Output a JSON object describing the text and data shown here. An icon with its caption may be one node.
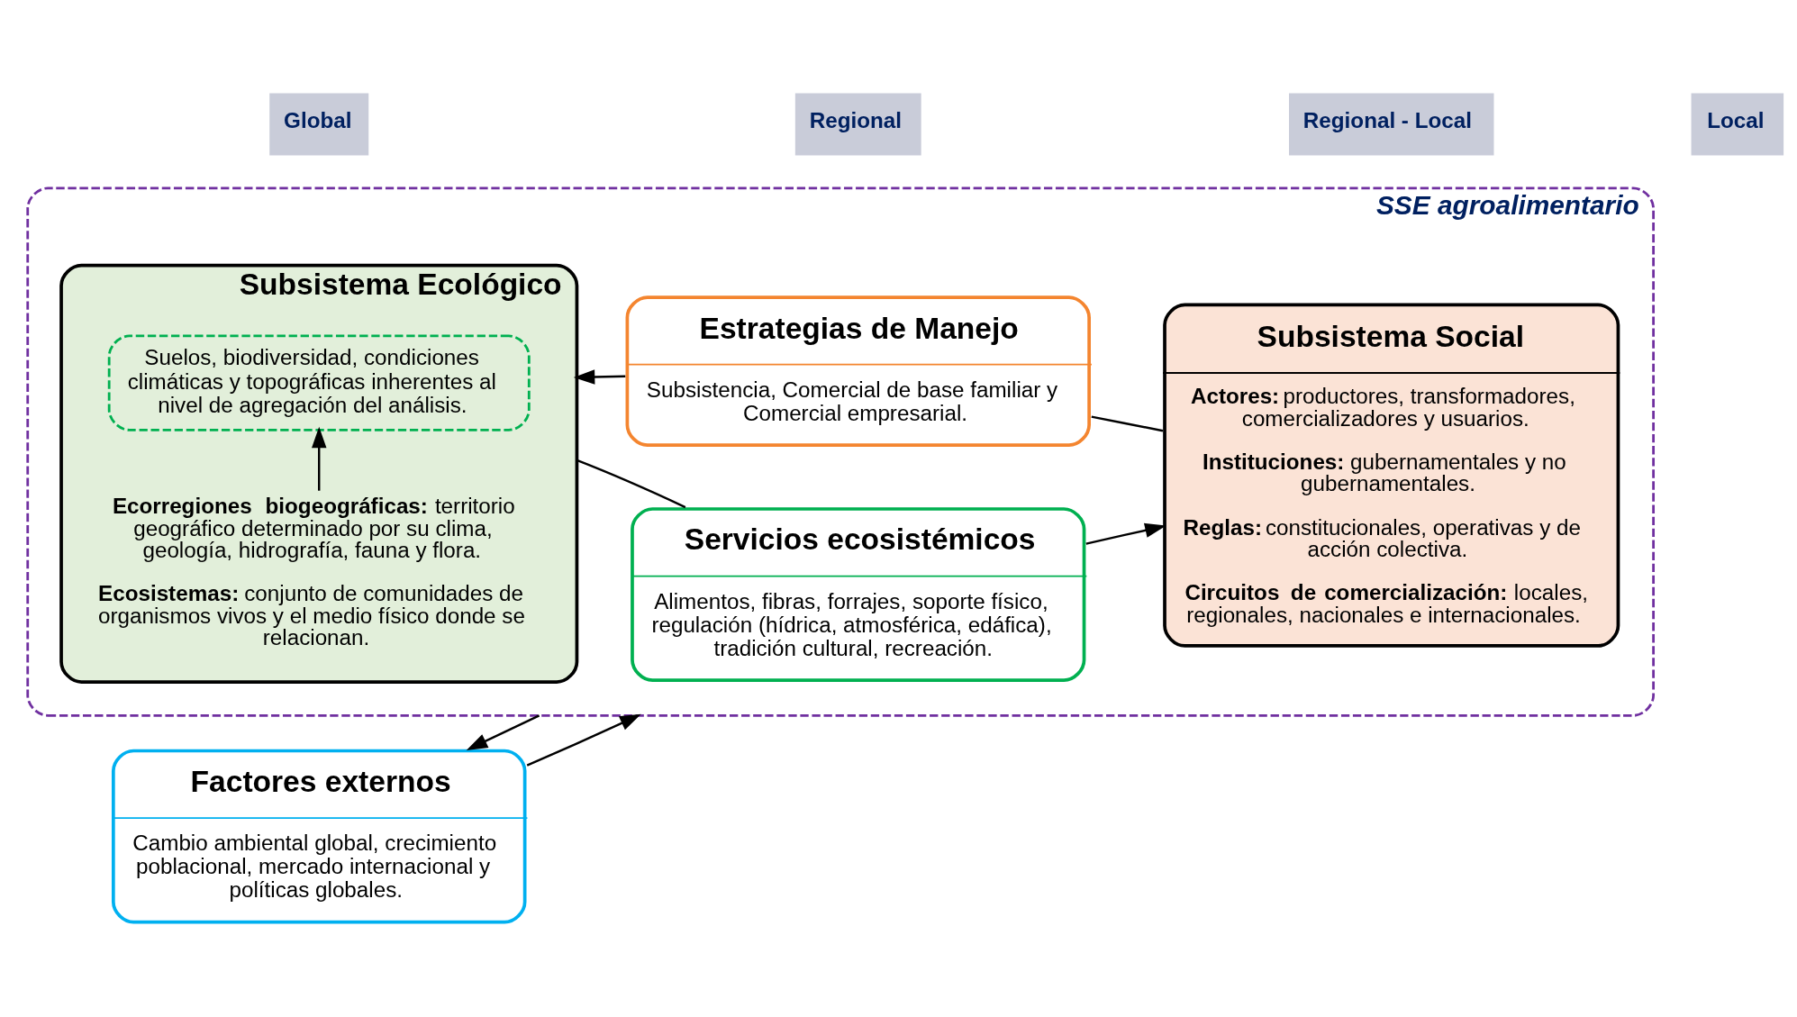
{
  "diagram": {
    "nodes": [
      {
        "text": [
          "SSE agroalimentario"
        ]
      },
      {
        "text": [
          "Servicios ecosistémicos",
          "Alimentos, fibras, forrajes, soporte físico, regulación (hídrica, atmosférica, edáfica), tradición cultural, recreación."
        ],
        "in": 0
      },
      {
        "text": [
          "Subsistema Ecológico",
          "**Ecorregiones biogeográficas:** territorio geográfico determinado por su clima, geología, hidrografía, fauna y flora.",
          "**Ecosistemas:** conjunto de comunidades de organismos vivos y el medio físico donde se relacionan."
        ],
        "in": 0
      },
      {
        "text": [
          "Suelos, biodiversidad, condiciones climáticas y topográficas inherentes al nivel de agregación del análisis."
        ],
        "in": 2
      },
      {
        "text": [
          "Subsistema Social",
          "**Actores:** productores, transformadores, comercializadores y usuarios.",
          "**Instituciones:** gubernamentales y no gubernamentales.",
          "**Reglas:** constitucionales, operativas y de acción colectiva.",
          "**Circuitos de comercialización:** locales, regionales, nacionales e internacionales."
        ],
        "in": 0
      },
      {
        "text": [
          "Estrategias de Manejo",
          "Subsistencia, Comercial de base familiar y Comercial empresarial."
        ],
        "in": 0
      },
      {
        "text": [
          "Factores externos",
          "Cambio ambiental global, crecimiento poblacional, mercado internacional y políticas globales."
        ]
      }
    ],
    "edges": [
      {
        "from": 2,
        "to": 1,
        "arrow": "none"
      },
      {
        "from": 1,
        "to": 4,
        "arrow": "to"
      },
      {
        "from": 4,
        "to": 5,
        "arrow": "none"
      },
      {
        "from": 5,
        "to": 2,
        "arrow": "to"
      },
      {
        "from": 2,
        "to": 3,
        "arrow": "to"
      },
      {
        "from": 6,
        "to": 0,
        "arrow": "to"
      },
      {
        "from": 0,
        "to": 6,
        "arrow": "to"
      }
    ],
    "labels": [
      "Global",
      "Regional",
      "Regional - Local",
      "Local"
    ]
  }
}
